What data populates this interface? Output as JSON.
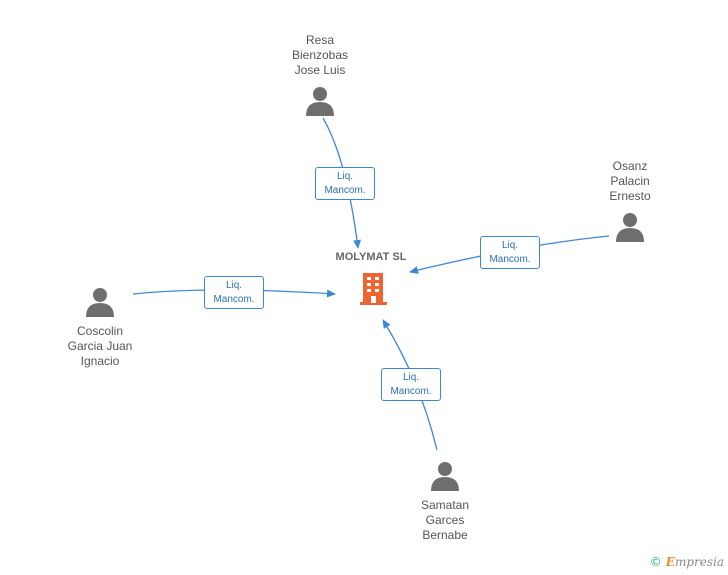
{
  "company": {
    "name": "MOLYMAT SL",
    "icon": "building-icon",
    "color": "#f06434"
  },
  "persons": [
    {
      "id": "resa",
      "name_lines": [
        "Resa",
        "Bienzobas",
        "Jose Luis"
      ],
      "role": [
        "Liq.",
        "Mancom."
      ]
    },
    {
      "id": "osanz",
      "name_lines": [
        "Osanz",
        "Palacin",
        "Ernesto"
      ],
      "role": [
        "Liq.",
        "Mancom."
      ]
    },
    {
      "id": "coscolin",
      "name_lines": [
        "Coscolin",
        "Garcia Juan",
        "Ignacio"
      ],
      "role": [
        "Liq.",
        "Mancom."
      ]
    },
    {
      "id": "samatan",
      "name_lines": [
        "Samatan",
        "Garces",
        "Bernabe"
      ],
      "role": [
        "Liq.",
        "Mancom."
      ]
    }
  ],
  "colors": {
    "edge": "#3d87d9",
    "person_icon": "#6e6e6e",
    "text": "#555555"
  },
  "footer": {
    "copyright": "©",
    "brand_initial": "E",
    "brand_rest": "mpresia"
  }
}
